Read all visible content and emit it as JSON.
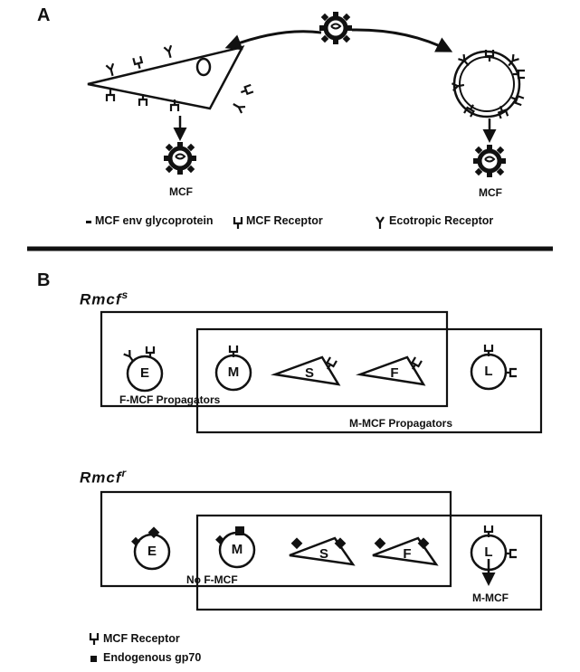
{
  "panel_a": {
    "label": "A",
    "virion_label_left": "MCF",
    "virion_label_right": "MCF",
    "legend": {
      "env": "MCF env glycoprotein",
      "mcf_receptor": "MCF Receptor",
      "ecotropic_receptor": "Ecotropic Receptor"
    }
  },
  "panel_b": {
    "label": "B",
    "rmcf_s": {
      "gene": "Rmcf",
      "allele": "s",
      "cells": [
        "E",
        "M",
        "S",
        "F",
        "L"
      ],
      "box_left_label": "F-MCF Propagators",
      "box_right_label": "M-MCF Propagators"
    },
    "rmcf_r": {
      "gene": "Rmcf",
      "allele": "r",
      "cells": [
        "E",
        "M",
        "S",
        "F",
        "L"
      ],
      "box_left_label": "No F-MCF",
      "box_right_label": "M-MCF"
    },
    "legend": {
      "mcf_receptor": "MCF Receptor",
      "endogenous": "Endogenous gp70"
    }
  },
  "icons": [
    "mcf-virion-icon",
    "mcf-receptor-icon",
    "ecotropic-receptor-icon",
    "endogenous-gp70-icon"
  ]
}
